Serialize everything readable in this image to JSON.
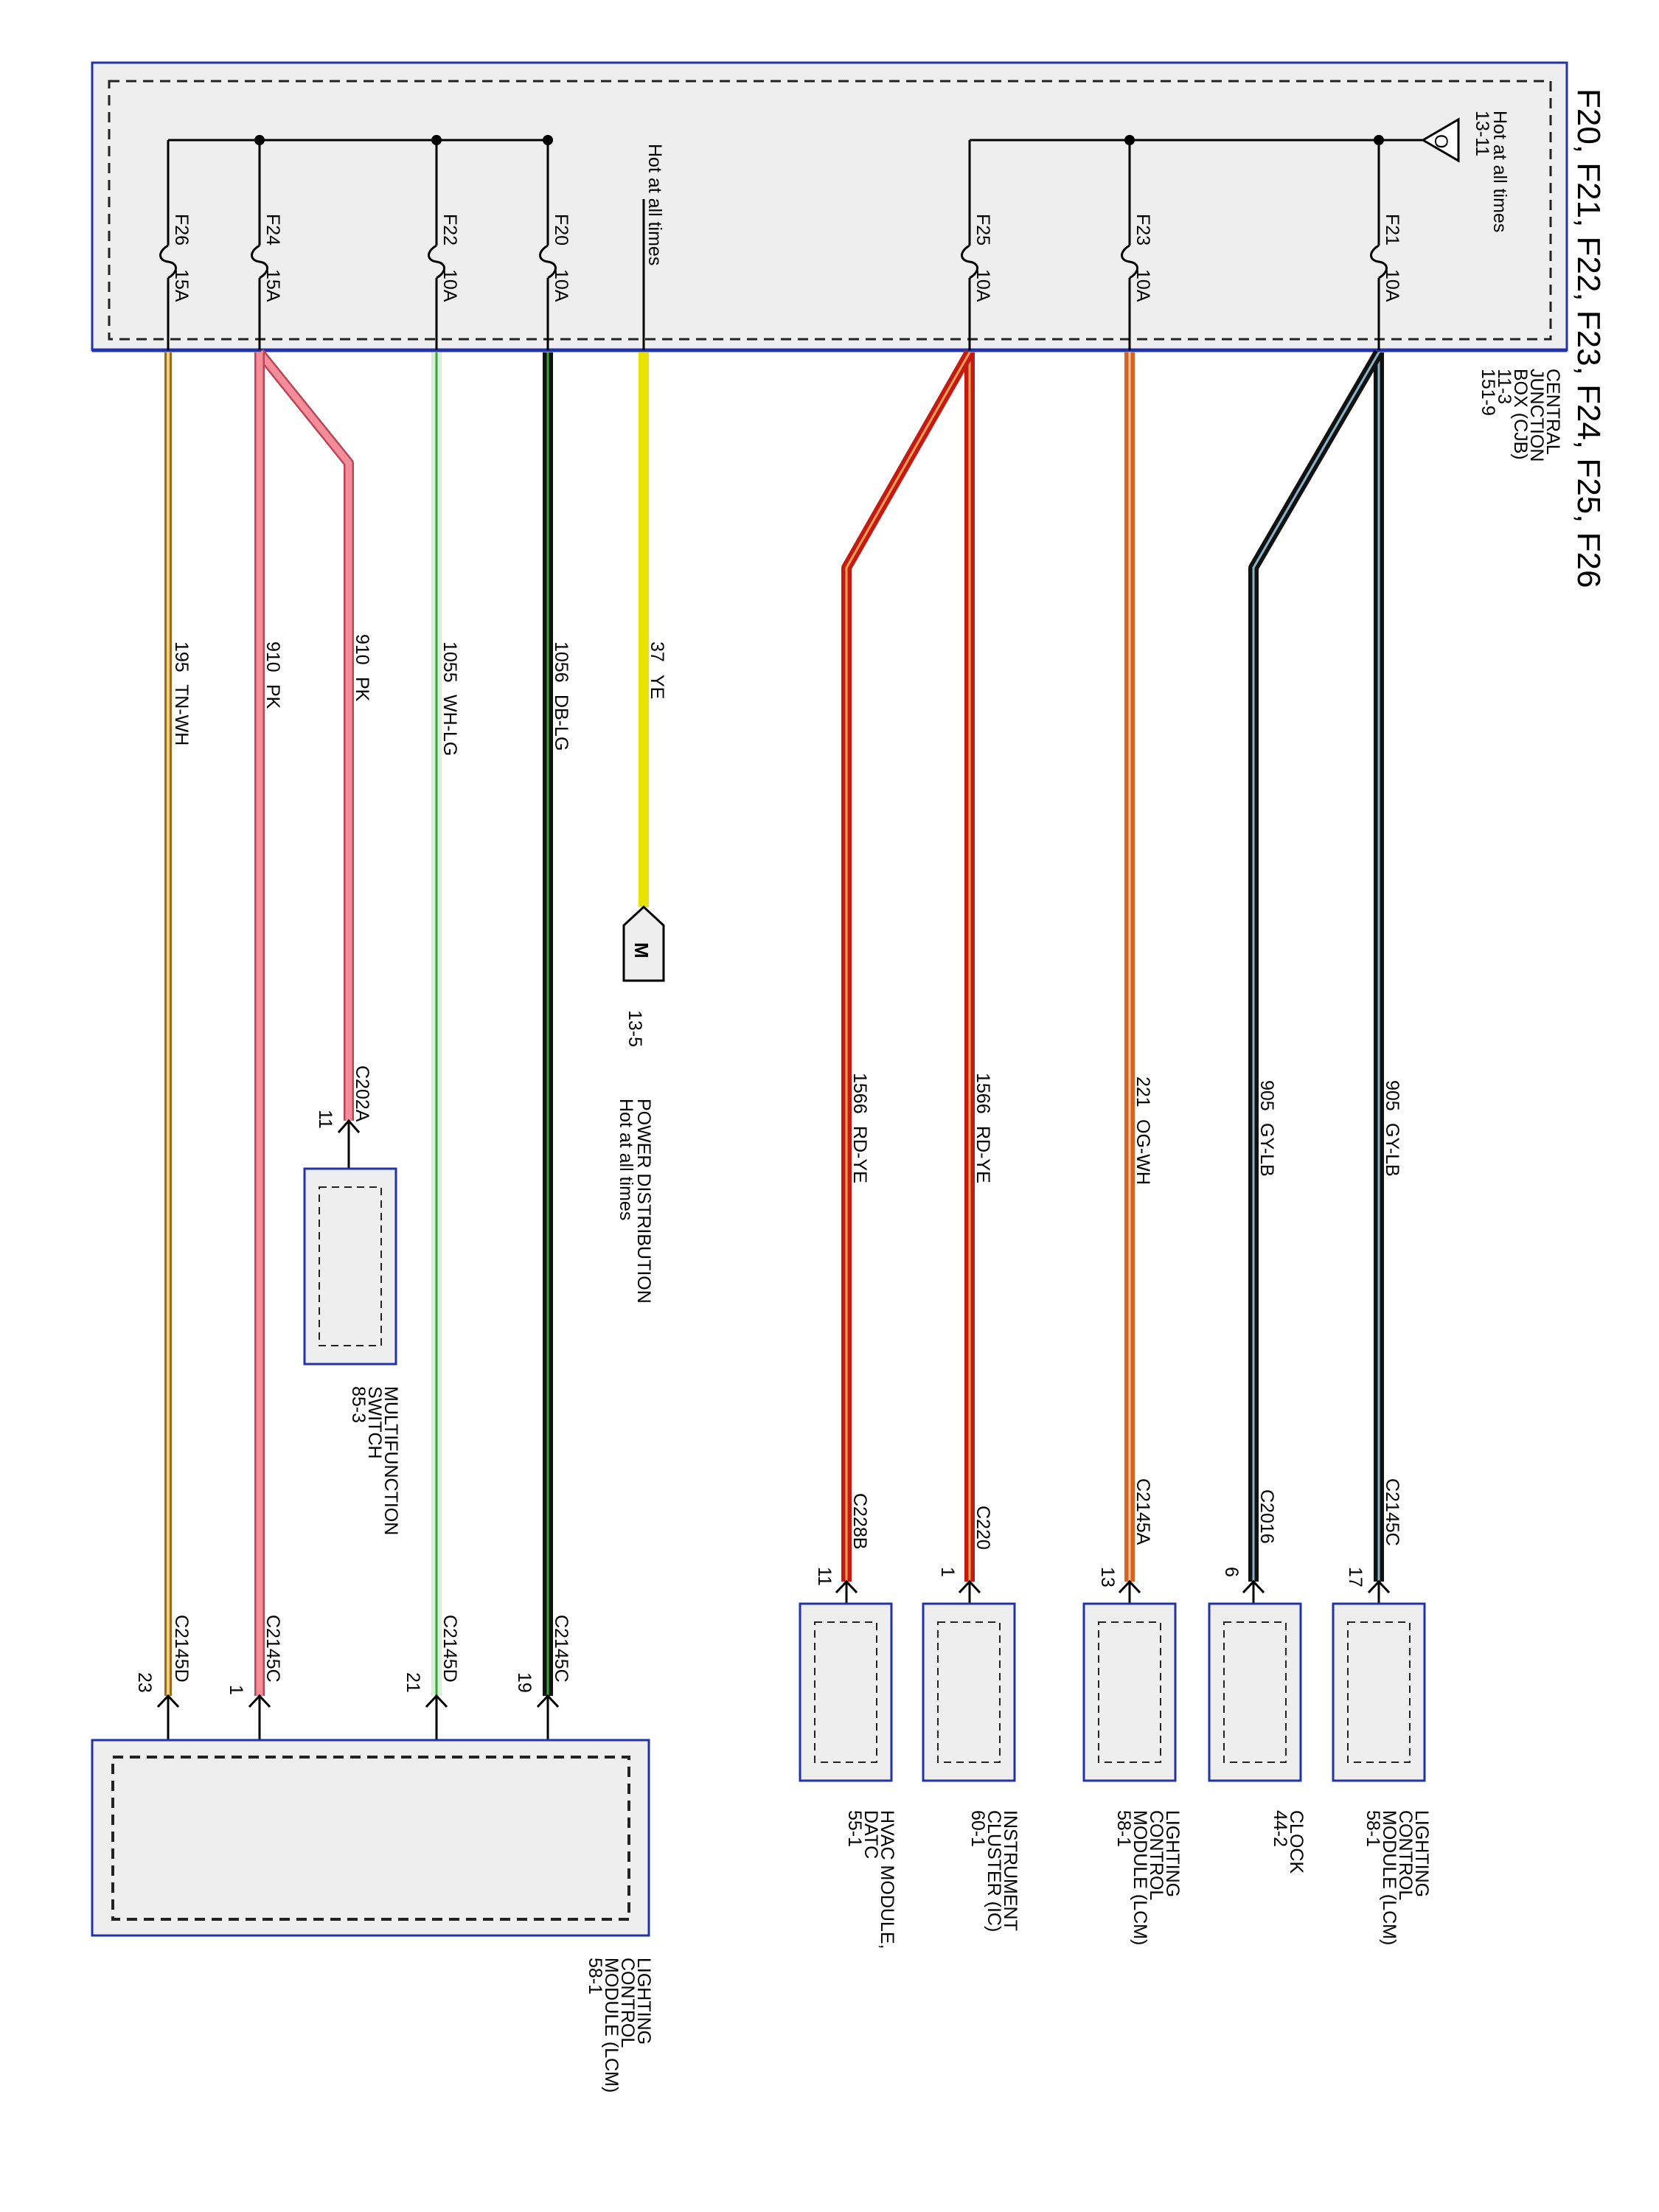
{
  "title": "F20, F21, F22, F23, F24, F25, F26",
  "cjb": {
    "name_lines": [
      "CENTRAL",
      "JUNCTION",
      "BOX (CJB)",
      "11-3",
      "151-9"
    ],
    "hot_label": "Hot at all times",
    "hot_ref": "13-11",
    "ground_symbol": "O",
    "inner_hot_label": "Hot at all times"
  },
  "fuses": [
    {
      "id": "F21",
      "rating": "10A"
    },
    {
      "id": "F23",
      "rating": "10A"
    },
    {
      "id": "F25",
      "rating": "10A"
    },
    {
      "id": "F20",
      "rating": "10A"
    },
    {
      "id": "F22",
      "rating": "10A"
    },
    {
      "id": "F24",
      "rating": "15A"
    },
    {
      "id": "F26",
      "rating": "15A"
    }
  ],
  "wires": [
    {
      "circuit": "905",
      "color_code": "GY-LB",
      "stripe": "#8ab4c9"
    },
    {
      "circuit": "905",
      "color_code": "GY-LB",
      "stripe": "#8ab4c9"
    },
    {
      "circuit": "221",
      "color_code": "OG-WH",
      "stripe": "#f0803c"
    },
    {
      "circuit": "1566",
      "color_code": "RD-YE",
      "stripe": "#e8491d"
    },
    {
      "circuit": "1566",
      "color_code": "RD-YE",
      "stripe": "#e8491d"
    },
    {
      "circuit": "37",
      "color_code": "YE",
      "stripe": "#f8f400"
    },
    {
      "circuit": "1056",
      "color_code": "DB-LG",
      "stripe": "#3aa33a"
    },
    {
      "circuit": "1055",
      "color_code": "WH-LG",
      "stripe": "#5cbf5c"
    },
    {
      "circuit": "910",
      "color_code": "PK",
      "stripe": "#f07d8c"
    },
    {
      "circuit": "910",
      "color_code": "PK",
      "stripe": "#f07d8c"
    },
    {
      "circuit": "195",
      "color_code": "TN-WH",
      "stripe": "#e0b050"
    }
  ],
  "connectors": [
    {
      "id": "C2145C",
      "pin": "17"
    },
    {
      "id": "C2016",
      "pin": "6"
    },
    {
      "id": "C2145A",
      "pin": "13"
    },
    {
      "id": "C220",
      "pin": "1"
    },
    {
      "id": "C228B",
      "pin": "11"
    },
    {
      "id": "C202A",
      "pin": "11"
    },
    {
      "id": "C2145C",
      "pin": "19"
    },
    {
      "id": "C2145D",
      "pin": "21"
    },
    {
      "id": "C2145C",
      "pin": "1"
    },
    {
      "id": "C2145D",
      "pin": "23"
    }
  ],
  "components": [
    {
      "lines": [
        "LIGHTING",
        "CONTROL",
        "MODULE (LCM)",
        "58-1"
      ]
    },
    {
      "lines": [
        "CLOCK",
        "44-2"
      ]
    },
    {
      "lines": [
        "LIGHTING",
        "CONTROL",
        "MODULE (LCM)",
        "58-1"
      ]
    },
    {
      "lines": [
        "INSTRUMENT",
        "CLUSTER (IC)",
        "60-1"
      ]
    },
    {
      "lines": [
        "HVAC MODULE,",
        "DATC",
        "55-1"
      ]
    },
    {
      "lines": [
        "MULTIFUNCTION",
        "SWITCH",
        "85-3"
      ]
    },
    {
      "lines": [
        "LIGHTING",
        "CONTROL",
        "MODULE (LCM)",
        "58-1"
      ]
    }
  ],
  "power_distribution": {
    "symbol": "M",
    "ref": "13-5",
    "label_lines": [
      "POWER DISTRIBUTION",
      "Hot at all times"
    ]
  }
}
